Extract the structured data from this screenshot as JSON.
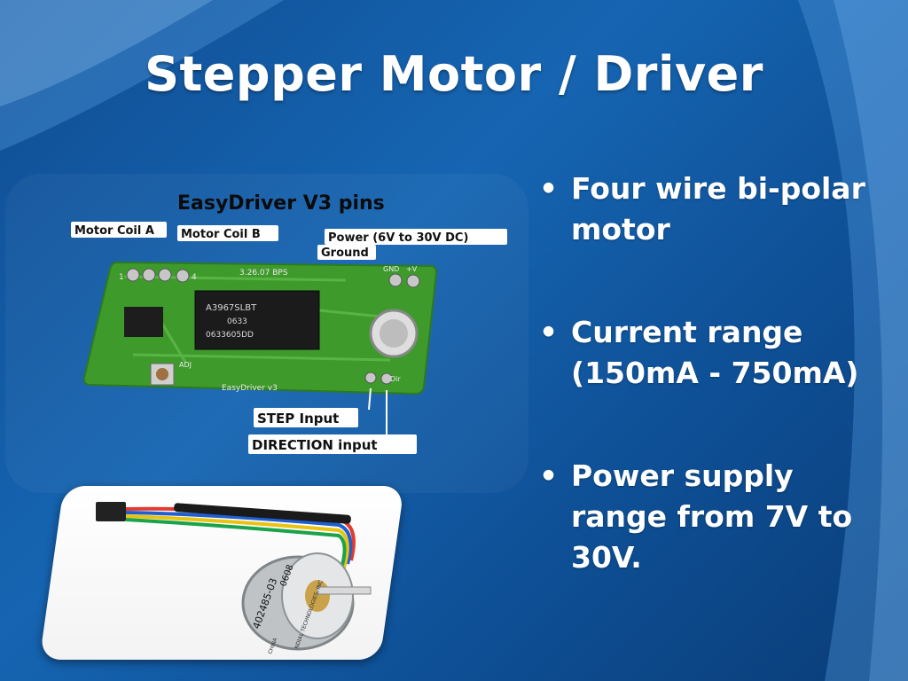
{
  "slide": {
    "title": "Stepper Motor / Driver",
    "bullets": [
      "Four wire bi-polar motor",
      "Current range (150mA - 750mA)",
      "Power supply range from 7V to 30V."
    ]
  },
  "board_image": {
    "heading": "EasyDriver V3 pins",
    "labels": {
      "coil_a": "Motor Coil A",
      "coil_b": "Motor Coil B",
      "power": "Power (6V to 30V DC)",
      "ground": "Ground",
      "step": "STEP Input",
      "direction": "DIRECTION input"
    },
    "silkscreen": {
      "date": "3.26.07 BPS",
      "chip": "A3967SLBT",
      "chip_code1": "0633",
      "chip_code2": "0633605DD",
      "board_name": "EasyDriver v3",
      "adj": "ADJ",
      "pin1": "1",
      "pin4": "4",
      "gnd": "GND",
      "plus": "+V",
      "dir": "Dir"
    }
  },
  "motor_image": {
    "part_number": "402485-03",
    "code": "0608",
    "maker": "NDIAL TECHNOLOGIES, INC",
    "origin": "CHINA"
  },
  "colors": {
    "background": "#1665b2",
    "pcb_green": "#3f9a2c",
    "text": "#ffffff"
  }
}
